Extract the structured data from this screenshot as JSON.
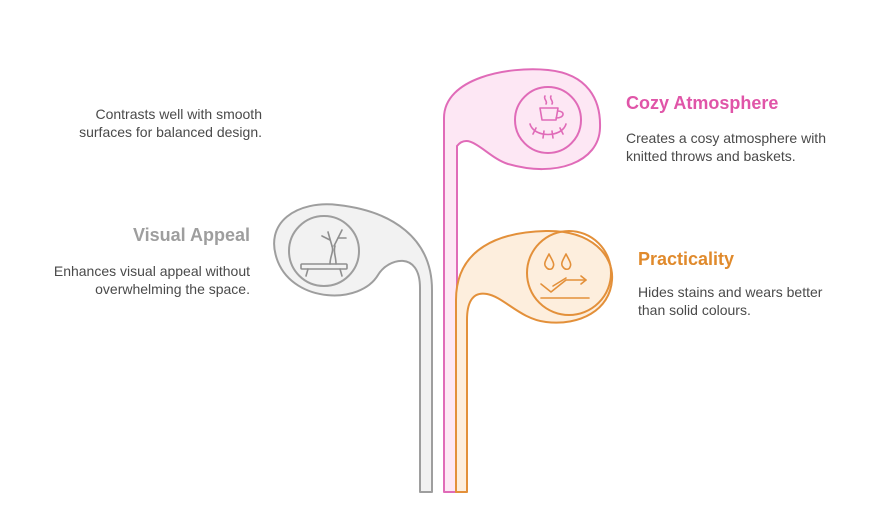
{
  "items": [
    {
      "id": "top-left",
      "title": "",
      "description": "Contrasts well with smooth surfaces for balanced design.",
      "color": "#9e9e9e"
    },
    {
      "id": "visual-appeal",
      "title": "Visual Appeal",
      "description": "Enhances visual appeal without overwhelming the space.",
      "color": "#9e9e9e",
      "icon": "table-with-branches-icon"
    },
    {
      "id": "cozy-atmosphere",
      "title": "Cozy Atmosphere",
      "description": "Creates a cosy atmosphere with knitted throws and baskets.",
      "color": "#e055a8",
      "icon": "coffee-croissant-icon"
    },
    {
      "id": "practicality",
      "title": "Practicality",
      "description": "Hides stains and wears better than solid colours.",
      "color": "#e08a2c",
      "icon": "drops-and-chart-icon"
    }
  ],
  "colors": {
    "gray_stroke": "#9e9e9e",
    "gray_fill": "#f2f2f2",
    "pink_stroke": "#e06bb8",
    "pink_fill": "#fde7f4",
    "orange_stroke": "#e3903a",
    "orange_fill": "#fdeedd",
    "text": "#4a4a4a"
  }
}
